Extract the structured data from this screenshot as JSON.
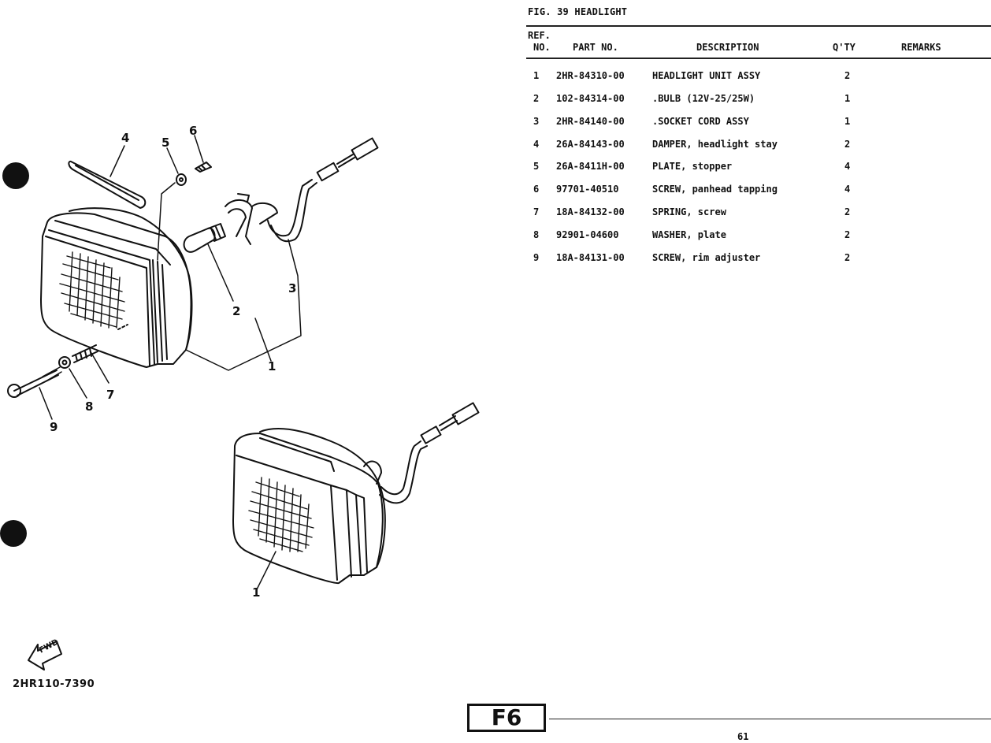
{
  "page": {
    "figure_title": "FIG. 39  HEADLIGHT",
    "section_tab": "F6",
    "page_number": "61",
    "illustration_code": "2HR110-7390",
    "fwd_label": "FWD"
  },
  "table": {
    "headers": {
      "ref_line1": "REF.",
      "ref_line2": "NO.",
      "part_no": "PART NO.",
      "description": "DESCRIPTION",
      "qty": "Q'TY",
      "remarks": "REMARKS"
    },
    "rows": [
      {
        "ref": "1",
        "part_no": "2HR-84310-00",
        "description": "HEADLIGHT UNIT ASSY",
        "qty": "2",
        "remarks": ""
      },
      {
        "ref": "2",
        "part_no": "102-84314-00",
        "description": ".BULB (12V-25/25W)",
        "qty": "1",
        "remarks": ""
      },
      {
        "ref": "3",
        "part_no": "2HR-84140-00",
        "description": ".SOCKET CORD ASSY",
        "qty": "1",
        "remarks": ""
      },
      {
        "ref": "4",
        "part_no": "26A-84143-00",
        "description": "DAMPER, headlight stay",
        "qty": "2",
        "remarks": ""
      },
      {
        "ref": "5",
        "part_no": "26A-8411H-00",
        "description": "PLATE, stopper",
        "qty": "4",
        "remarks": ""
      },
      {
        "ref": "6",
        "part_no": "97701-40510",
        "description": "SCREW, panhead tapping",
        "qty": "4",
        "remarks": ""
      },
      {
        "ref": "7",
        "part_no": "18A-84132-00",
        "description": "SPRING, screw",
        "qty": "2",
        "remarks": ""
      },
      {
        "ref": "8",
        "part_no": "92901-04600",
        "description": "WASHER, plate",
        "qty": "2",
        "remarks": ""
      },
      {
        "ref": "9",
        "part_no": "18A-84131-00",
        "description": "SCREW, rim adjuster",
        "qty": "2",
        "remarks": ""
      }
    ]
  },
  "callouts": {
    "c1a": "1",
    "c1b": "1",
    "c2": "2",
    "c3": "3",
    "c4": "4",
    "c5": "5",
    "c6": "6",
    "c7": "7",
    "c8": "8",
    "c9": "9"
  }
}
